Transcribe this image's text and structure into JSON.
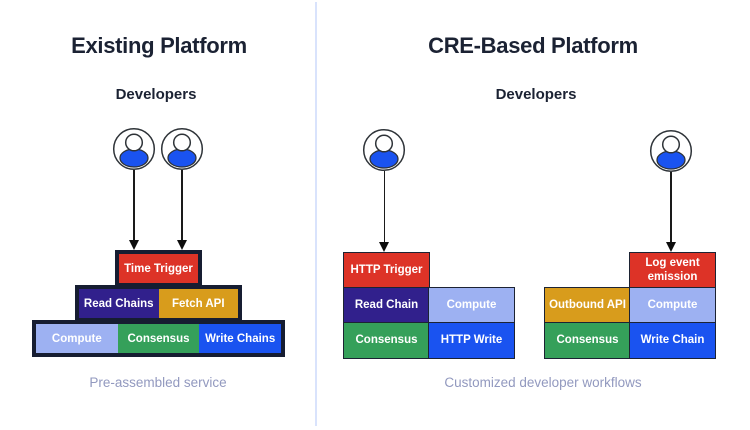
{
  "colors": {
    "red": "#dd3327",
    "indigo": "#31208c",
    "amber": "#d89c1c",
    "periwinkle": "#9db1f2",
    "green": "#35a05a",
    "blue": "#1a53f0",
    "outline_dark": "#161d31",
    "divider": "#d9e3fc",
    "heading_text": "#1b2233",
    "caption_text": "#9299bf",
    "block_text": "#ffffff",
    "person_body": "#1a53f0"
  },
  "left_panel": {
    "title": "Existing Platform",
    "subtitle": "Developers",
    "caption": "Pre-assembled service",
    "pyramid": {
      "tier1": {
        "block1": "Time Trigger"
      },
      "tier2": {
        "block1": "Read Chains",
        "block2": "Fetch API"
      },
      "tier3": {
        "block1": "Compute",
        "block2": "Consensus",
        "block3": "Write Chains"
      }
    }
  },
  "right_panel": {
    "title": "CRE-Based Platform",
    "subtitle": "Developers",
    "caption": "Customized developer workflows",
    "workflow1": {
      "trigger": "HTTP Trigger",
      "row2_left": "Read Chain",
      "row2_right": "Compute",
      "row3_left": "Consensus",
      "row3_right": "HTTP Write"
    },
    "workflow2": {
      "trigger": "Log event emission",
      "row2_left": "Outbound API",
      "row2_right": "Compute",
      "row3_left": "Consensus",
      "row3_right": "Write Chain"
    }
  }
}
